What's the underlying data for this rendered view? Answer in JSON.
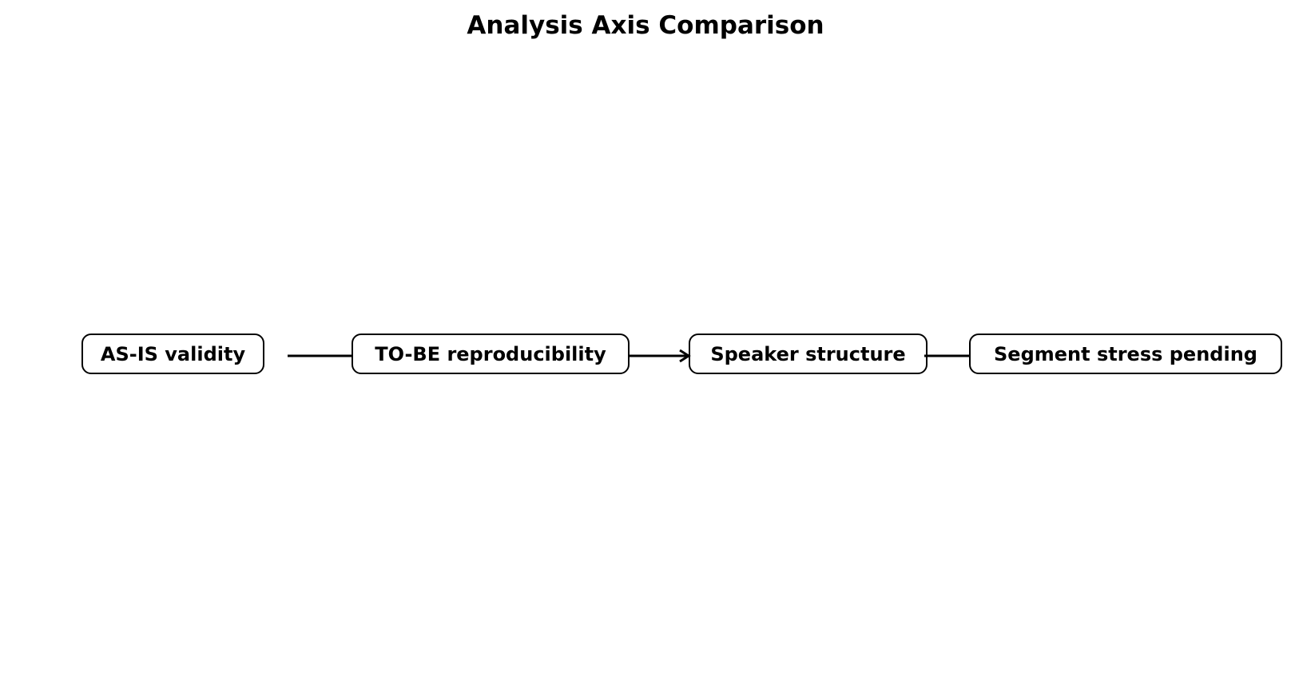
{
  "diagram": {
    "title": "Analysis Axis Comparison",
    "nodes": [
      {
        "id": "as-is",
        "label": "AS-IS validity"
      },
      {
        "id": "to-be",
        "label": "TO-BE reproducibility"
      },
      {
        "id": "speaker",
        "label": "Speaker structure"
      },
      {
        "id": "segment",
        "label": "Segment stress pending"
      }
    ],
    "edges": [
      {
        "from": "as-is",
        "to": "to-be",
        "arrow": false
      },
      {
        "from": "to-be",
        "to": "speaker",
        "arrow": true
      },
      {
        "from": "speaker",
        "to": "segment",
        "arrow": false
      }
    ],
    "colors": {
      "stroke": "#000000",
      "background": "#ffffff"
    }
  }
}
